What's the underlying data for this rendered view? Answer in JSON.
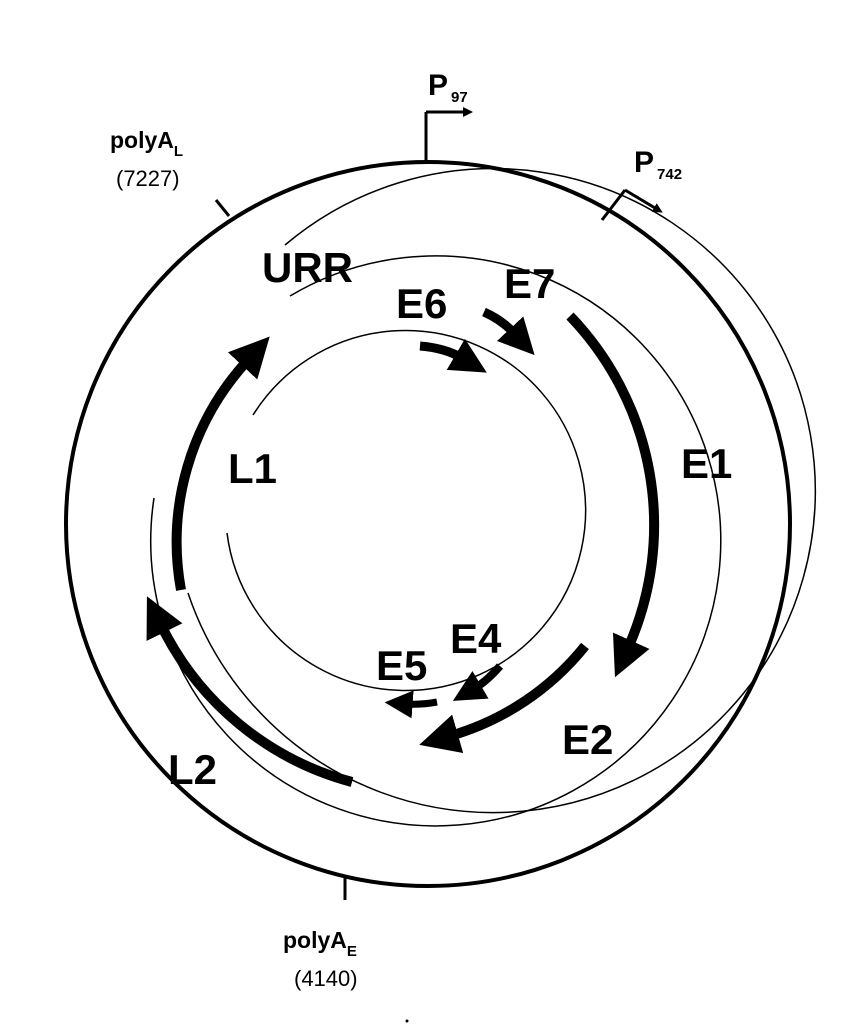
{
  "markers": {
    "promoter_1": {
      "name": "P",
      "sub": "97"
    },
    "promoter_2": {
      "name": "P",
      "sub": "742"
    },
    "polya_late": {
      "name": "polyA",
      "sub": "L",
      "position": "(7227)"
    },
    "polya_early": {
      "name": "polyA",
      "sub": "E",
      "position": "(4140)"
    }
  },
  "regions": {
    "urr": "URR"
  },
  "genes": {
    "e6": "E6",
    "e7": "E7",
    "e1": "E1",
    "e2": "E2",
    "e4": "E4",
    "e5": "E5",
    "l1": "L1",
    "l2": "L2"
  }
}
